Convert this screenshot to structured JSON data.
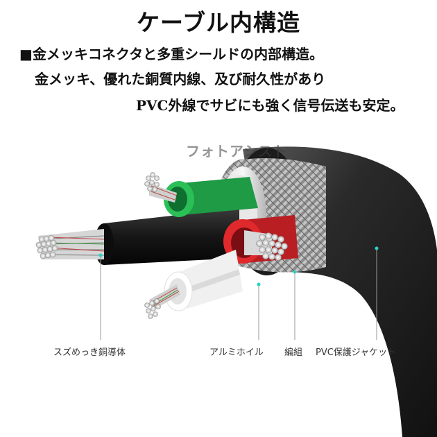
{
  "title": "ケーブル内構造",
  "description": {
    "line1": "■金メッキコネクタと多重シールドの内部構造。",
    "line2": "金メッキ、優れた銅質内線、及び耐久性があり",
    "line3": "PVC外線でサビにも強く信号伝送も安定。"
  },
  "watermark": "フォトアシスト",
  "labels": {
    "conductor": "スズめっき銅導体",
    "foil": "アルミホイル",
    "braid": "編組",
    "jacket": "PVC保護ジャケット"
  },
  "colors": {
    "jacket": "#2a2a2a",
    "green_insulation": "#1f9a45",
    "red_insulation": "#d4262a",
    "white_insulation": "#f2f2f2",
    "inner_black": "#1a1a1a",
    "braid": "#9a9a9a",
    "callout_dot": "#2ad1c8"
  }
}
